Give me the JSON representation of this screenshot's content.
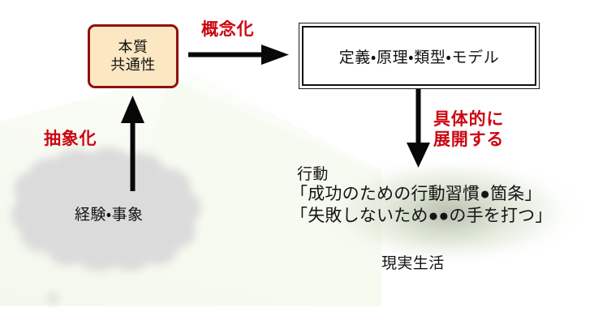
{
  "diagram": {
    "title": "抽象化・概念化・具体化の循環図",
    "background_color": "#ffffff"
  },
  "boxes": {
    "essence": {
      "line1": "本質",
      "line2": "共通性",
      "fill_color": "#FBE7C2",
      "border_color": "#8E1111"
    },
    "definition": {
      "label": "定義・原理・類型・モデル",
      "border_color": "#111111",
      "style": "double"
    }
  },
  "arrows": {
    "conceptualize": {
      "label": "概念化",
      "direction": "right",
      "color": "#000000",
      "label_color": "#CC0711"
    },
    "abstract": {
      "label": "抽象化",
      "direction": "up",
      "color": "#000000",
      "label_color": "#CC0711"
    },
    "concretize": {
      "label_line1": "具体的に",
      "label_line2": "展開する",
      "direction": "down",
      "color": "#000000",
      "label_color": "#CC0711"
    }
  },
  "shapes": {
    "experience_blob": {
      "label": "経験・事象",
      "fill_color": "#DCDCDC",
      "shape": "cloud"
    },
    "reallife_ellipse": {
      "label": "現実生活",
      "fill_color": "#CBD7C1",
      "shape": "ellipse"
    }
  },
  "texts": {
    "action_heading": "行動",
    "action_line1": "「成功のための行動習慣●箇条」",
    "action_line2": "「失敗しないため●●の手を打つ」"
  }
}
